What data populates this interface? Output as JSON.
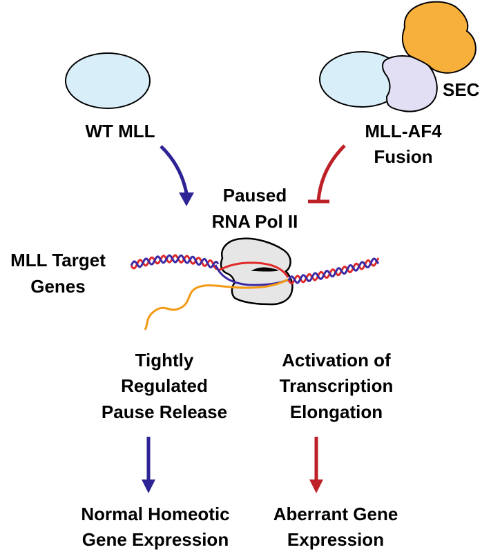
{
  "colors": {
    "wt_arrow": "#2e2395",
    "fusion_arrow": "#bd2026",
    "mll_fill": "#d8eef8",
    "af4_fill": "#e2dff5",
    "sec_fill": "#f8b03c",
    "polii_fill": "#e6e6e6",
    "dna_strand_a": "#e02a28",
    "dna_strand_b": "#3a2aa6",
    "rna": "#f39a12",
    "outline": "#000000"
  },
  "nodes": {
    "wt_mll": {
      "label": "WT MLL"
    },
    "fusion": {
      "line1": "MLL-AF4",
      "line2": "Fusion"
    },
    "sec": {
      "label": "SEC"
    },
    "pol_ii": {
      "line1": "Paused",
      "line2": "RNA Pol II"
    },
    "target_genes": {
      "line1": "MLL Target",
      "line2": "Genes"
    },
    "wt_outcome_mechanism": {
      "line1": "Tightly",
      "line2": "Regulated",
      "line3": "Pause Release"
    },
    "fusion_outcome_mechanism": {
      "line1": "Activation of",
      "line2": "Transcription",
      "line3": "Elongation"
    },
    "wt_result": {
      "line1": "Normal Homeotic",
      "line2": "Gene Expression"
    },
    "fusion_result": {
      "line1": "Aberrant Gene",
      "line2": "Expression"
    }
  },
  "edges": [
    {
      "from": "WT MLL",
      "to": "Paused RNA Pol II",
      "type": "activates"
    },
    {
      "from": "MLL-AF4 Fusion",
      "to": "Paused RNA Pol II",
      "type": "inhibits"
    },
    {
      "from": "Tightly Regulated Pause Release",
      "to": "Normal Homeotic Gene Expression",
      "type": "leads-to"
    },
    {
      "from": "Activation of Transcription Elongation",
      "to": "Aberrant Gene Expression",
      "type": "leads-to"
    }
  ]
}
